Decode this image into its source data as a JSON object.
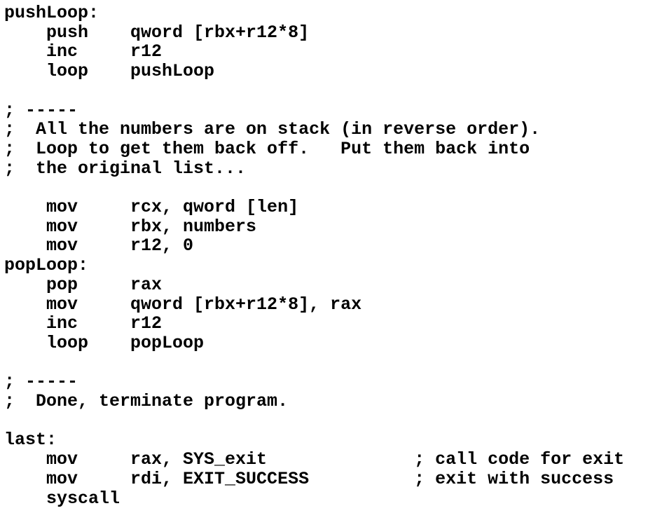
{
  "page": {
    "background_color": "#ffffff",
    "text_color": "#000000"
  },
  "code": {
    "description": "x86-64 assembly listing",
    "labels": [
      "pushLoop",
      "popLoop",
      "last"
    ],
    "lines": [
      "pushLoop:",
      "    push    qword [rbx+r12*8]",
      "    inc     r12",
      "    loop    pushLoop",
      "",
      "; -----",
      ";  All the numbers are on stack (in reverse order).",
      ";  Loop to get them back off.   Put them back into",
      ";  the original list...",
      "",
      "    mov     rcx, qword [len]",
      "    mov     rbx, numbers",
      "    mov     r12, 0",
      "popLoop:",
      "    pop     rax",
      "    mov     qword [rbx+r12*8], rax",
      "    inc     r12",
      "    loop    popLoop",
      "",
      "; -----",
      ";  Done, terminate program.",
      "",
      "last:",
      "    mov     rax, SYS_exit              ; call code for exit",
      "    mov     rdi, EXIT_SUCCESS          ; exit with success",
      "    syscall"
    ]
  }
}
